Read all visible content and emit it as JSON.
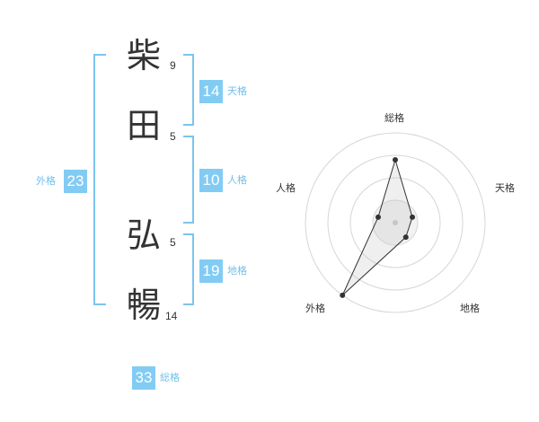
{
  "name_chars": [
    {
      "char": "柴",
      "strokes": "9"
    },
    {
      "char": "田",
      "strokes": "5"
    },
    {
      "char": "弘",
      "strokes": "5"
    },
    {
      "char": "暢",
      "strokes": "14"
    }
  ],
  "scores": {
    "tenkaku": {
      "value": "14",
      "label": "天格"
    },
    "jinkaku": {
      "value": "10",
      "label": "人格"
    },
    "chikaku": {
      "value": "19",
      "label": "地格"
    },
    "gaikaku": {
      "value": "23",
      "label": "外格"
    },
    "soukaku": {
      "value": "33",
      "label": "総格"
    }
  },
  "colors": {
    "accent": "#82ccf4",
    "bracket": "#7cc4ee",
    "label": "#72bfe9"
  },
  "chart_data": {
    "type": "radar",
    "axes": [
      "総格",
      "天格",
      "地格",
      "外格",
      "人格"
    ],
    "values": [
      0.7,
      0.2,
      0.2,
      1.0,
      0.2
    ],
    "rings": 4
  }
}
